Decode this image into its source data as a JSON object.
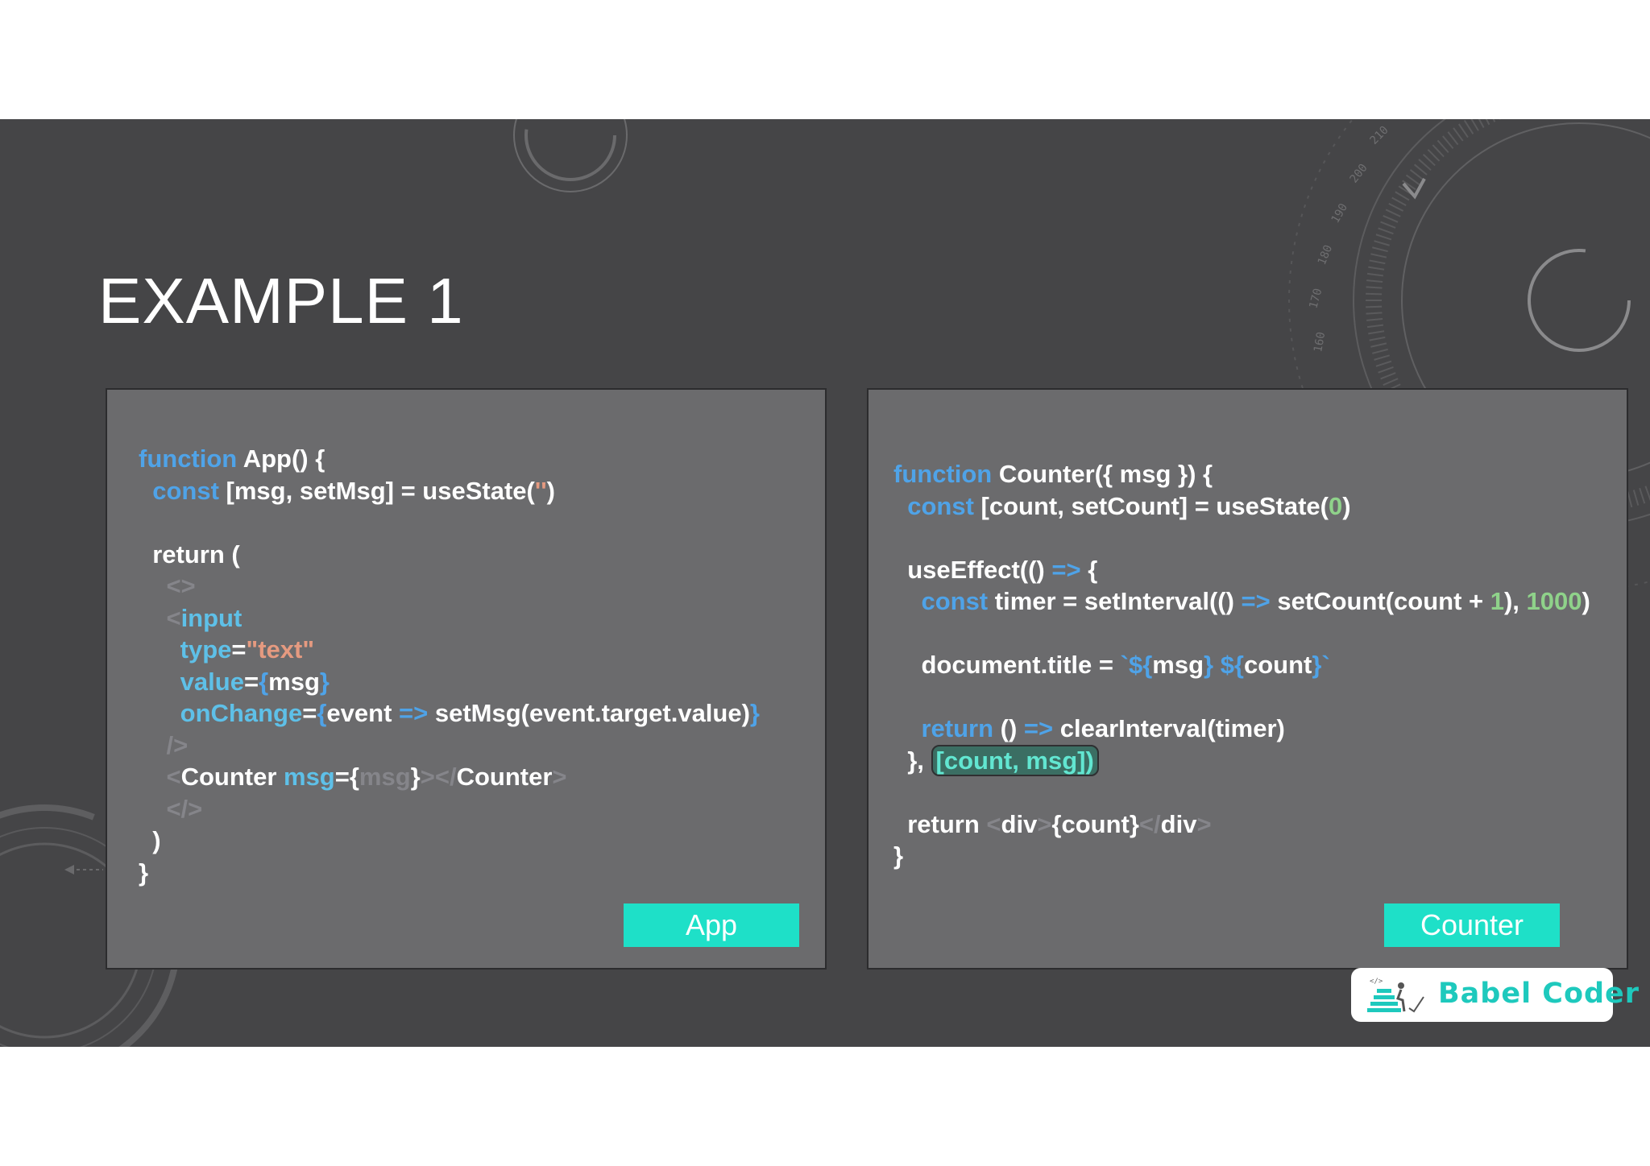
{
  "slide": {
    "title": "EXAMPLE 1",
    "dial_labels": [
      "160",
      "170",
      "180",
      "190",
      "200",
      "210"
    ]
  },
  "left_panel": {
    "button_label": "App",
    "code": {
      "l1_kw": "function",
      "l1_rest": " App() {",
      "l2_indent": "  ",
      "l2_kw": "const",
      "l2_a": " [msg, setMsg] = useState(",
      "l2_str": "''",
      "l2_b": ")",
      "l4": "  return (",
      "l5": "    <>",
      "l6_lt": "    <",
      "l6_tag": "input",
      "l7_attr": "      type",
      "l7_eq": "=",
      "l7_str": "\"text\"",
      "l8_attr": "      value",
      "l8_eq": "=",
      "l8_ob": "{",
      "l8_val": "msg",
      "l8_cb": "}",
      "l9_attr": "      onChange",
      "l9_eq": "=",
      "l9_ob": "{",
      "l9_a": "event ",
      "l9_arrow": "=>",
      "l9_b": " setMsg(event.target.value)",
      "l9_cb": "}",
      "l10": "    />",
      "l11_lt": "    <",
      "l11_a": "Counter ",
      "l11_attr": "msg",
      "l11_b": "={",
      "l11_val": "msg",
      "l11_c": "}",
      "l11_gt": "></",
      "l11_d": "Counter",
      "l11_gt2": ">",
      "l12": "    </>",
      "l13": "  )",
      "l14": "}"
    }
  },
  "right_panel": {
    "button_label": "Counter",
    "code": {
      "l1_kw": "function",
      "l1_rest": " Counter({ msg }) {",
      "l2_indent": "  ",
      "l2_kw": "const",
      "l2_a": " [count, setCount] = useState(",
      "l2_num": "0",
      "l2_b": ")",
      "l4_a": "  useEffect(() ",
      "l4_arrow": "=>",
      "l4_b": " {",
      "l5_indent": "    ",
      "l5_kw": "const",
      "l5_a": " timer = setInterval(() ",
      "l5_arrow": "=>",
      "l5_b": " setCount(count + ",
      "l5_num1": "1",
      "l5_c": "), ",
      "l5_num2": "1000",
      "l5_d": ")",
      "l7_a": "    document.title = ",
      "l7_tick": "`${",
      "l7_b": "msg",
      "l7_c": "} ${",
      "l7_d": "count",
      "l7_e": "}`",
      "l9_indent": "    ",
      "l9_kw": "return",
      "l9_a": " () ",
      "l9_arrow": "=>",
      "l9_b": " clearInterval(timer)",
      "l10_a": "  }, ",
      "l10_hl": "[count, msg])",
      "l12_a": "  return ",
      "l12_lt": "<",
      "l12_b": "div",
      "l12_gt": ">",
      "l12_c": "{count}",
      "l12_lt2": "</",
      "l12_d": "div",
      "l12_gt2": ">",
      "l13": "}"
    }
  },
  "logo": {
    "text": "Babel Coder",
    "mark_caption": "</>"
  }
}
